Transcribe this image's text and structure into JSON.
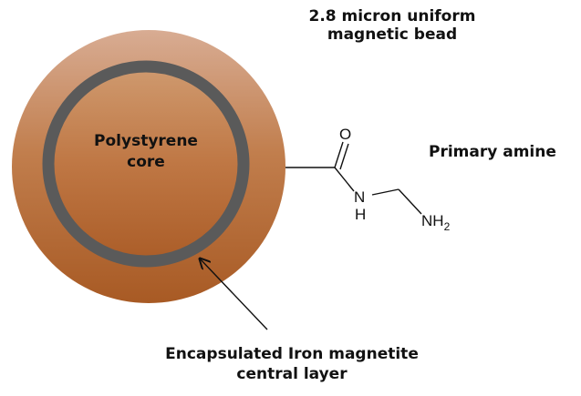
{
  "labels": {
    "bead_line1": "2.8 micron uniform",
    "bead_line2": "magnetic bead",
    "core_line1": "Polystyrene",
    "core_line2": "core",
    "amine": "Primary amine",
    "layer_line1": "Encapsulated Iron magnetite",
    "layer_line2": "central layer"
  },
  "chem": {
    "oxygen": "O",
    "nitrogen": "N",
    "hydrogen": "H",
    "amine_nh": "NH",
    "subscript_2": "2"
  },
  "colors": {
    "bead_top": "#d7a58a",
    "bead_mid": "#c07a48",
    "bead_bottom": "#a95a25",
    "magnetite_ring": "#5a5a5a",
    "text": "#111111"
  }
}
